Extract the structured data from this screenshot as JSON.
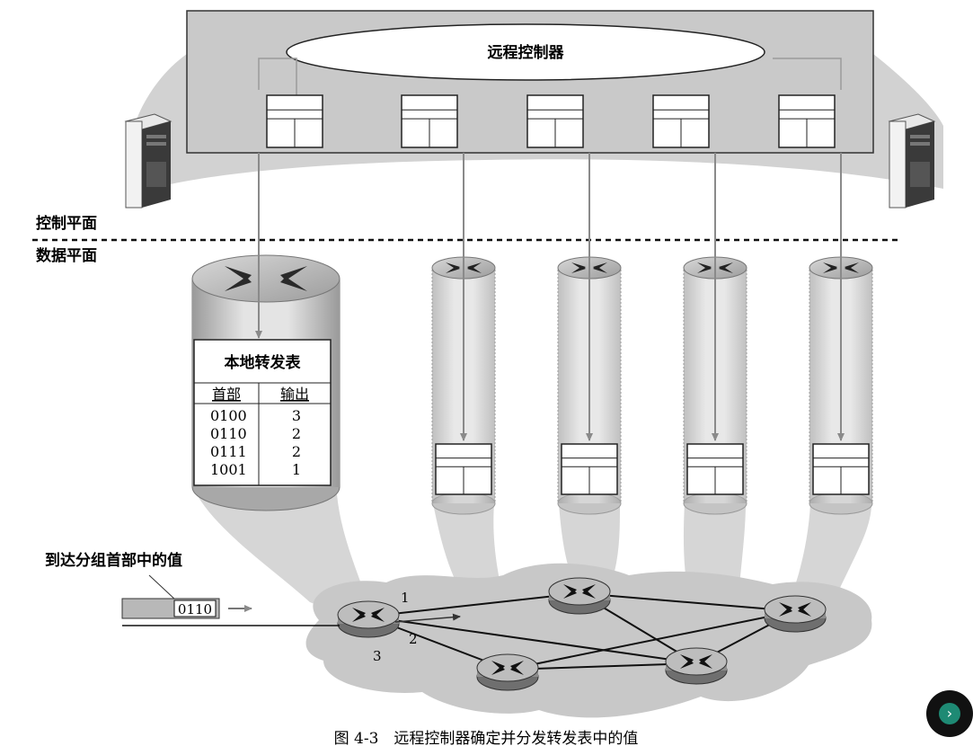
{
  "controller_label": "远程控制器",
  "control_plane_label": "控制平面",
  "data_plane_label": "数据平面",
  "table": {
    "title": "本地转发表",
    "header_col": "首部",
    "output_col": "输出",
    "rows": [
      {
        "header": "0100",
        "output": "3"
      },
      {
        "header": "0110",
        "output": "2"
      },
      {
        "header": "0111",
        "output": "2"
      },
      {
        "header": "1001",
        "output": "1"
      }
    ]
  },
  "packet_caption": "到达分组首部中的值",
  "packet_value": "0110",
  "ports": {
    "p1": "1",
    "p2": "2",
    "p3": "3"
  },
  "figure_caption": "图 4-3　远程控制器确定并分发转发表中的值",
  "next_button_icon": "chevron-right-icon"
}
